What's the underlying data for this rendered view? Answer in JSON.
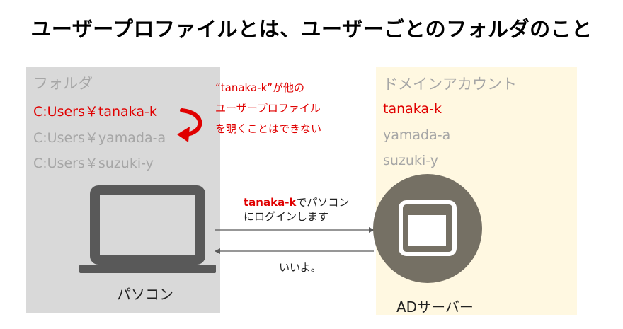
{
  "title": "ユーザープロファイルとは、ユーザーごとのフォルダのこと",
  "folders": {
    "heading": "フォルダ",
    "items": [
      "C:Users￥tanaka-k",
      "C:Users￥yamada-a",
      "C:Users￥suzuki-y"
    ]
  },
  "accounts": {
    "heading": "ドメインアカウント",
    "items": [
      "tanaka-k",
      "yamada-a",
      "suzuki-y"
    ]
  },
  "note": {
    "line1": "“tanaka-k”が他の",
    "line2": "ユーザープロファイル",
    "line3": "を覗くことはできない"
  },
  "login_message": {
    "user": "tanaka-k",
    "line1_rest": "でパソコン",
    "line2": "にログインします"
  },
  "reply_message": "いいよ。",
  "pc_label": "パソコン",
  "server_label": "ADサーバー",
  "colors": {
    "highlight": "#e00000",
    "muted_text": "#a6a6a6",
    "left_panel": "#d9d9d9",
    "right_panel": "#fff8e1",
    "device": "#595959",
    "server_disc": "#757064"
  }
}
